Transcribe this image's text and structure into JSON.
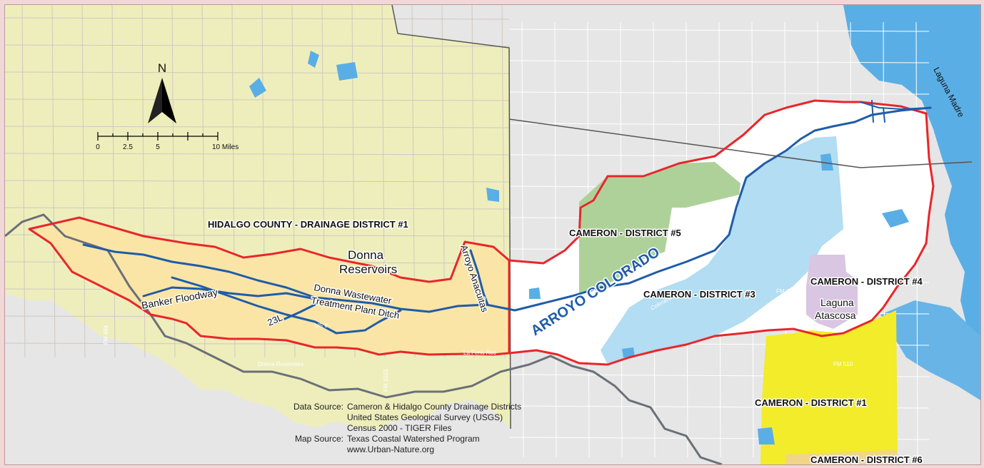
{
  "map": {
    "north_label": "N",
    "scale": {
      "ticks": [
        "0",
        "2.5",
        "5",
        "10 Miles"
      ]
    },
    "district_labels": {
      "hidalgo": "HIDALGO COUNTY - DRAINAGE DISTRICT #1",
      "cameron5": "CAMERON - DISTRICT #5",
      "cameron3": "CAMERON - DISTRICT #3",
      "cameron4": "CAMERON - DISTRICT #4",
      "cameron1": "CAMERON - DISTRICT #1",
      "cameron6": "CAMERON - DISTRICT #6"
    },
    "feature_labels": {
      "donna1": "Donna",
      "donna2": "Reservoirs",
      "banker": "Banker Floodway",
      "wastewater1": "Donna Wastewater",
      "wastewater2": "Treatment Plant Ditch",
      "ditch23l": "23L",
      "anacuitas": "Arroyo Anacuitas",
      "arroyo_colorado": "ARROYO COLORADO",
      "laguna1": "Laguna",
      "laguna2": "Atascosa",
      "laguna_madre": "Laguna Madre"
    },
    "faint_labels": {
      "colorado_small": "Colorado",
      "fm1": "FM 1",
      "fm510": "FM 510",
      "fm494": "FM 494",
      "la_feria": "La Feria Res",
      "reservoirs": "Donna Reservoirs",
      "us": "US 8",
      "fm1015": "FM 1015"
    },
    "colors": {
      "boundary": "#e8262b",
      "river": "#1f5ca8",
      "water": "#5aaee6",
      "hidalgo_fill": "#eeeebc",
      "district1_fill": "#fbe5a6",
      "district3_fill": "#b2ddf2",
      "district5_fill": "#aed19a",
      "district4_fill": "#d9c6e2",
      "cameron1_fill": "#f2ec2a"
    }
  },
  "source": {
    "rows": [
      {
        "key": "Data Source:",
        "val": "Cameron & Hidalgo County Drainage Districts"
      },
      {
        "key": "",
        "val": "United States Geological Survey (USGS)"
      },
      {
        "key": "",
        "val": "Census 2000 - TIGER Files"
      },
      {
        "key": "Map Source:",
        "val": "Texas Coastal Watershed Program"
      },
      {
        "key": "",
        "val": "www.Urban-Nature.org"
      }
    ]
  }
}
